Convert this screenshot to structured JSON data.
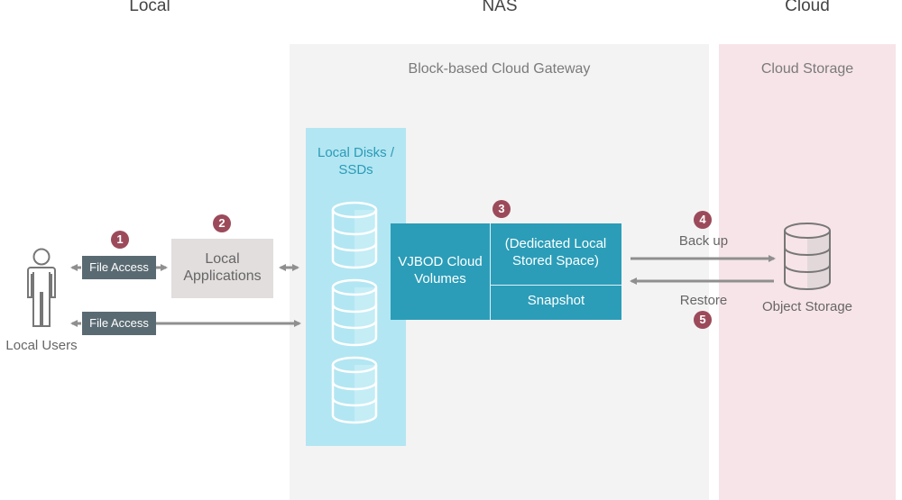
{
  "columns": {
    "local": "Local",
    "nas": "NAS",
    "cloud": "Cloud"
  },
  "panels": {
    "gateway_title": "Block-based Cloud Gateway",
    "cloud_storage_title": "Cloud Storage"
  },
  "local_users": {
    "label": "Local Users",
    "icon": "person-icon"
  },
  "file_access": [
    "File Access",
    "File Access"
  ],
  "local_applications": "Local Applications",
  "local_disks": {
    "title": "Local Disks / SSDs",
    "disk_count": 3,
    "icon": "database-icon"
  },
  "vjbod": {
    "volumes": "VJBOD Cloud Volumes",
    "dedicated": "(Dedicated Local Stored Space)",
    "snapshot": "Snapshot"
  },
  "object_storage": {
    "label": "Object Storage",
    "icon": "database-icon"
  },
  "flows": {
    "backup": "Back up",
    "restore": "Restore"
  },
  "steps": [
    "1",
    "2",
    "3",
    "4",
    "5"
  ],
  "colors": {
    "badge": "#9c4a5a",
    "file_access_bg": "#5a6a72",
    "gateway_bg": "#f3f3f3",
    "cloud_bg": "#f7e4e8",
    "disks_bg": "#b2e6f2",
    "vjbod_bg": "#2b9db8",
    "apps_bg": "#e2dedd",
    "arrow": "#8f8f8f"
  }
}
